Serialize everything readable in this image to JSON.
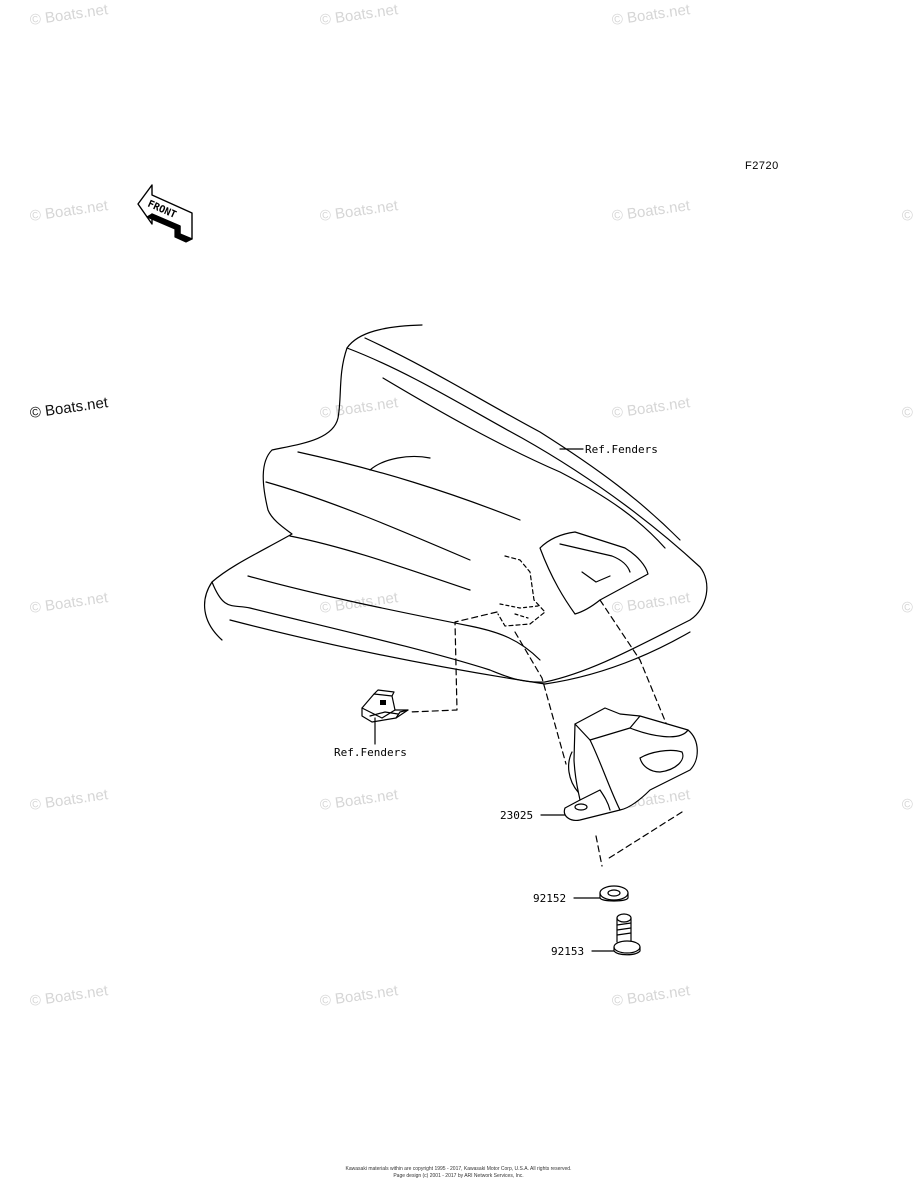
{
  "watermark": "© Boats.net",
  "figure_code": "F2720",
  "front_arrow_text": "FRONT",
  "labels": {
    "ref_fenders_top": "Ref.Fenders",
    "ref_fenders_left": "Ref.Fenders",
    "part_23025": "23025",
    "part_92152": "92152",
    "part_92153": "92153"
  },
  "footer": {
    "line1": "Kawasaki materials within are copyright 1995 - 2017, Kawasaki Motor Corp, U.S.A. All rights reserved.",
    "line2": "Page design (c) 2001 - 2017 by ARI Network Services, Inc."
  }
}
